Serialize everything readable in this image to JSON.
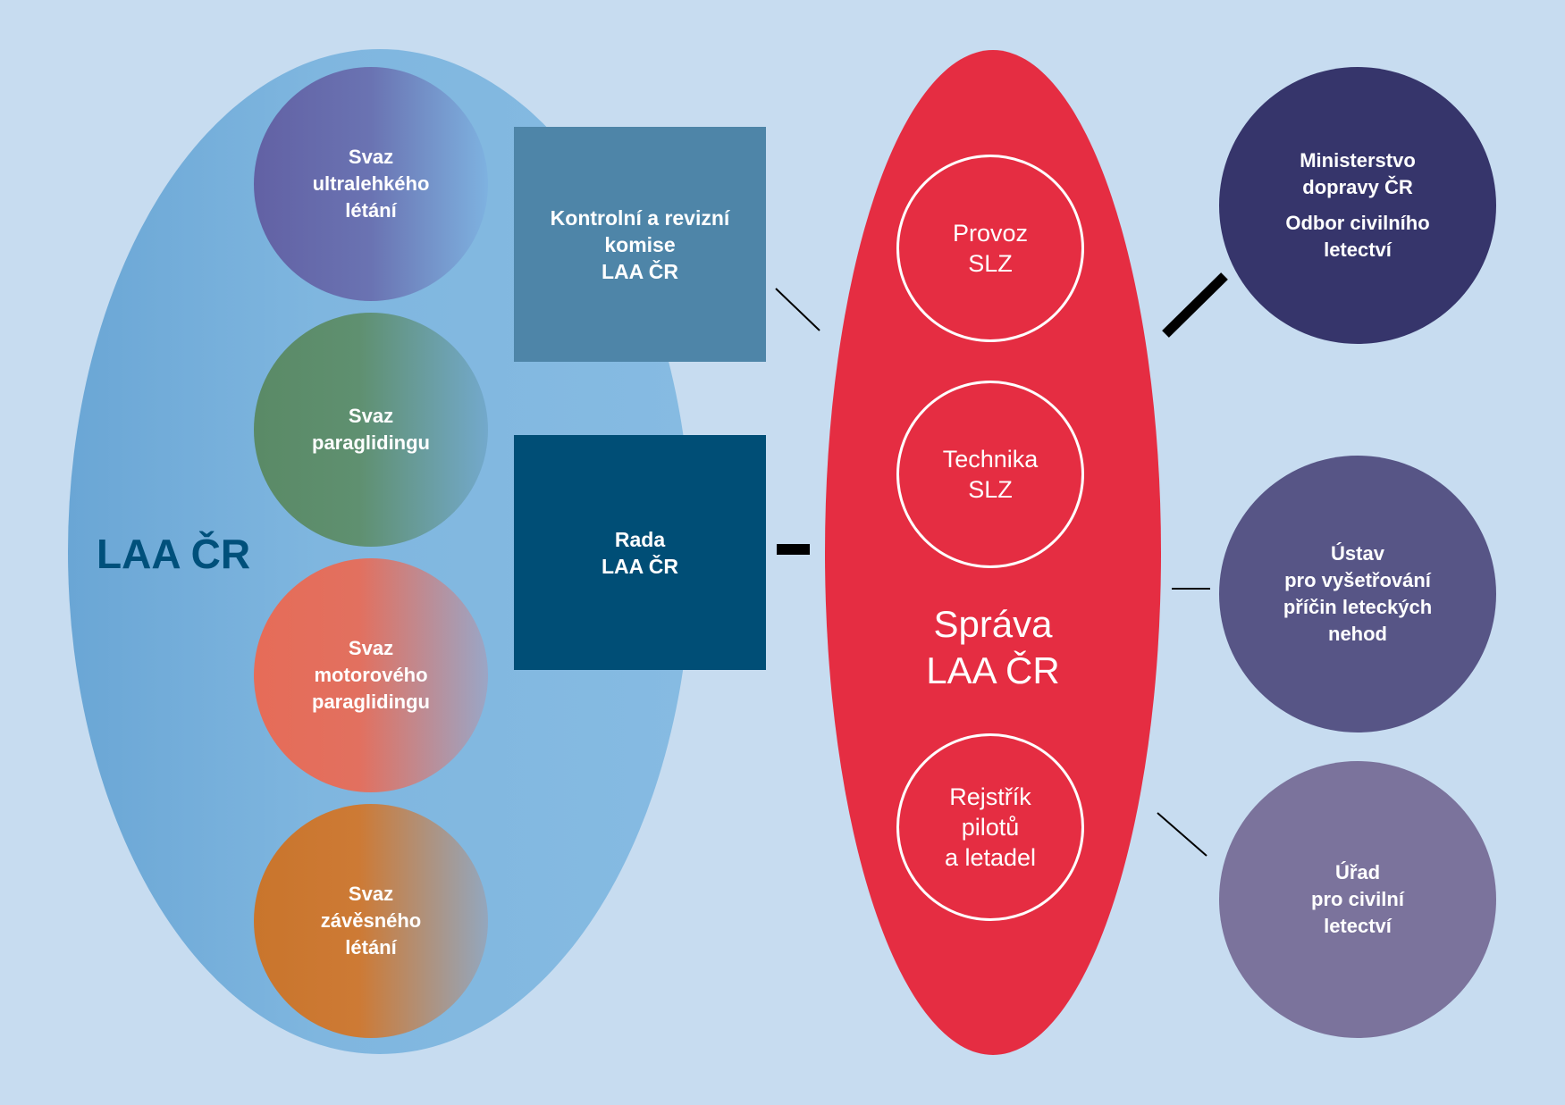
{
  "laa": {
    "label": "LAA ČR",
    "svazy": [
      {
        "lines": [
          "Svaz",
          "ultralehkého",
          "létání"
        ]
      },
      {
        "lines": [
          "Svaz",
          "paraglidingu"
        ]
      },
      {
        "lines": [
          "Svaz",
          "motorového",
          "paraglidingu"
        ]
      },
      {
        "lines": [
          "Svaz",
          "závěsného",
          "létání"
        ]
      }
    ]
  },
  "boxes": {
    "kontrolni": {
      "lines": [
        "Kontrolní a revizní",
        "komise",
        "LAA ČR"
      ]
    },
    "rada": {
      "lines": [
        "Rada",
        "LAA ČR"
      ]
    }
  },
  "sprava": {
    "title_lines": [
      "Správa",
      "LAA ČR"
    ],
    "rings": [
      {
        "lines": [
          "Provoz",
          "SLZ"
        ]
      },
      {
        "lines": [
          "Technika",
          "SLZ"
        ]
      },
      {
        "lines": [
          "Rejstřík",
          "pilotů",
          "a letadel"
        ]
      }
    ]
  },
  "external": [
    {
      "lines": [
        "Ministerstvo",
        "dopravy ČR"
      ],
      "lines2": [
        "Odbor civilního",
        "letectví"
      ]
    },
    {
      "lines": [
        "Ústav",
        "pro vyšetřování",
        "příčin leteckých",
        "nehod"
      ]
    },
    {
      "lines": [
        "Úřad",
        "pro civilní",
        "letectví"
      ]
    }
  ],
  "colors": {
    "background": "#c7dcf0",
    "laa_label": "#00507b",
    "sprava_red": "#e52d42",
    "kontrolni_box": "#4e85a8",
    "rada_box": "#004e76",
    "ministerstvo": "#36356b",
    "ustav": "#575586",
    "urad": "#7b739c",
    "connector": "#000000"
  }
}
